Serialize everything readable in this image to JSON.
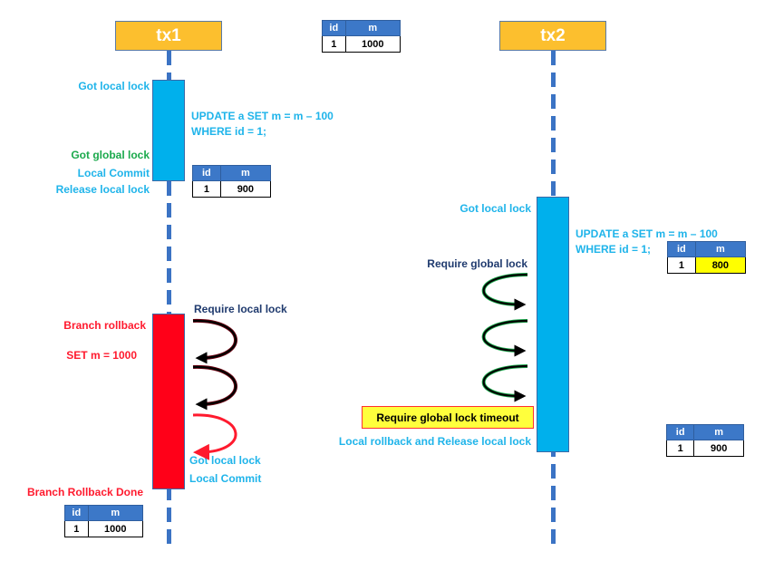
{
  "transactions": {
    "tx1": {
      "label": "tx1"
    },
    "tx2": {
      "label": "tx2"
    }
  },
  "colors": {
    "tx_header": "#fcbf2e",
    "lifeline": "#3b73c4",
    "active_blue": "#00b0ec",
    "rollback_red": "#ff0018",
    "table_header": "#3c78c8",
    "highlight_yellow": "#ffff00",
    "label_blue": "#1fb4ea",
    "label_green": "#1ba94c",
    "label_red": "#ff1a2e",
    "label_navy": "#1f3a6e"
  },
  "tables": {
    "initial": {
      "headers": [
        "id",
        "m"
      ],
      "row": [
        "1",
        "1000"
      ]
    },
    "tx1_after_update": {
      "headers": [
        "id",
        "m"
      ],
      "row": [
        "1",
        "900"
      ]
    },
    "tx2_after_update": {
      "headers": [
        "id",
        "m"
      ],
      "row": [
        "1",
        "800"
      ],
      "highlight": "m"
    },
    "tx2_after_rollback": {
      "headers": [
        "id",
        "m"
      ],
      "row": [
        "1",
        "900"
      ]
    },
    "tx1_after_branch_rollback": {
      "headers": [
        "id",
        "m"
      ],
      "row": [
        "1",
        "1000"
      ]
    }
  },
  "tx1": {
    "got_local_lock": "Got local lock",
    "sql_line1": "UPDATE a SET m = m – 100",
    "sql_line2": "WHERE id = 1;",
    "got_global_lock": "Got global lock",
    "local_commit": "Local Commit",
    "release_local_lock": "Release local lock",
    "branch_rollback": "Branch rollback",
    "set_m": "SET m = 1000",
    "require_local_lock": "Require local lock",
    "got_local_lock_2": "Got local lock",
    "local_commit_2": "Local Commit",
    "branch_rollback_done": "Branch Rollback Done"
  },
  "tx2": {
    "got_local_lock": "Got local lock",
    "sql_line1": "UPDATE a SET m = m – 100",
    "sql_line2": "WHERE id = 1;",
    "require_global_lock": "Require global lock",
    "timeout": "Require global lock timeout",
    "local_rollback": "Local rollback and Release local lock"
  }
}
